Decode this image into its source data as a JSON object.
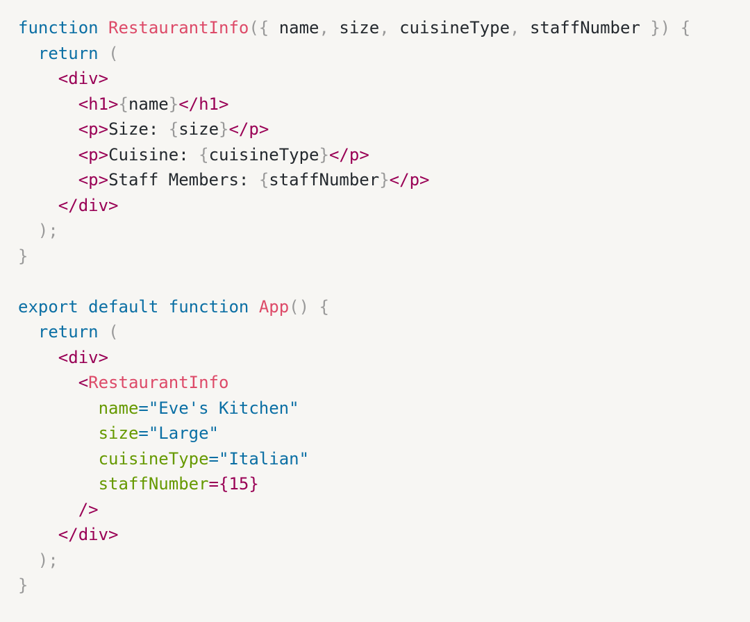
{
  "code": {
    "language": "jsx",
    "colors": {
      "keyword": "#0b6fa4",
      "function_name": "#dd4a68",
      "punctuation": "#999999",
      "tag": "#990055",
      "attr_name": "#669900",
      "attr_value": "#0b6fa4",
      "text": "#24292e",
      "background": "#f7f6f3"
    },
    "lines": [
      [
        [
          "kw",
          "function"
        ],
        [
          "tx",
          " "
        ],
        [
          "fn",
          "RestaurantInfo"
        ],
        [
          "pu",
          "({"
        ],
        [
          "tx",
          " name"
        ],
        [
          "pu",
          ","
        ],
        [
          "tx",
          " size"
        ],
        [
          "pu",
          ","
        ],
        [
          "tx",
          " cuisineType"
        ],
        [
          "pu",
          ","
        ],
        [
          "tx",
          " staffNumber "
        ],
        [
          "pu",
          "})"
        ],
        [
          "tx",
          " "
        ],
        [
          "pu",
          "{"
        ]
      ],
      [
        [
          "tx",
          "  "
        ],
        [
          "kw",
          "return"
        ],
        [
          "tx",
          " "
        ],
        [
          "pu",
          "("
        ]
      ],
      [
        [
          "tx",
          "    "
        ],
        [
          "tg",
          "<div>"
        ]
      ],
      [
        [
          "tx",
          "      "
        ],
        [
          "tg",
          "<h1>"
        ],
        [
          "pu",
          "{"
        ],
        [
          "tx",
          "name"
        ],
        [
          "pu",
          "}"
        ],
        [
          "tg",
          "</h1>"
        ]
      ],
      [
        [
          "tx",
          "      "
        ],
        [
          "tg",
          "<p>"
        ],
        [
          "tx",
          "Size: "
        ],
        [
          "pu",
          "{"
        ],
        [
          "tx",
          "size"
        ],
        [
          "pu",
          "}"
        ],
        [
          "tg",
          "</p>"
        ]
      ],
      [
        [
          "tx",
          "      "
        ],
        [
          "tg",
          "<p>"
        ],
        [
          "tx",
          "Cuisine: "
        ],
        [
          "pu",
          "{"
        ],
        [
          "tx",
          "cuisineType"
        ],
        [
          "pu",
          "}"
        ],
        [
          "tg",
          "</p>"
        ]
      ],
      [
        [
          "tx",
          "      "
        ],
        [
          "tg",
          "<p>"
        ],
        [
          "tx",
          "Staff Members: "
        ],
        [
          "pu",
          "{"
        ],
        [
          "tx",
          "staffNumber"
        ],
        [
          "pu",
          "}"
        ],
        [
          "tg",
          "</p>"
        ]
      ],
      [
        [
          "tx",
          "    "
        ],
        [
          "tg",
          "</div>"
        ]
      ],
      [
        [
          "tx",
          "  "
        ],
        [
          "pu",
          ");"
        ]
      ],
      [
        [
          "pu",
          "}"
        ]
      ],
      [],
      [
        [
          "kw",
          "export"
        ],
        [
          "tx",
          " "
        ],
        [
          "kw",
          "default"
        ],
        [
          "tx",
          " "
        ],
        [
          "kw",
          "function"
        ],
        [
          "tx",
          " "
        ],
        [
          "fn",
          "App"
        ],
        [
          "pu",
          "()"
        ],
        [
          "tx",
          " "
        ],
        [
          "pu",
          "{"
        ]
      ],
      [
        [
          "tx",
          "  "
        ],
        [
          "kw",
          "return"
        ],
        [
          "tx",
          " "
        ],
        [
          "pu",
          "("
        ]
      ],
      [
        [
          "tx",
          "    "
        ],
        [
          "tg",
          "<div>"
        ]
      ],
      [
        [
          "tx",
          "      "
        ],
        [
          "tg",
          "<"
        ],
        [
          "fn",
          "RestaurantInfo"
        ]
      ],
      [
        [
          "tx",
          "        "
        ],
        [
          "at",
          "name"
        ],
        [
          "st",
          "=\"Eve's Kitchen\""
        ]
      ],
      [
        [
          "tx",
          "        "
        ],
        [
          "at",
          "size"
        ],
        [
          "st",
          "=\"Large\""
        ]
      ],
      [
        [
          "tx",
          "        "
        ],
        [
          "at",
          "cuisineType"
        ],
        [
          "st",
          "=\"Italian\""
        ]
      ],
      [
        [
          "tx",
          "        "
        ],
        [
          "at",
          "staffNumber"
        ],
        [
          "tg",
          "={15}"
        ]
      ],
      [
        [
          "tx",
          "      "
        ],
        [
          "tg",
          "/>"
        ]
      ],
      [
        [
          "tx",
          "    "
        ],
        [
          "tg",
          "</div>"
        ]
      ],
      [
        [
          "tx",
          "  "
        ],
        [
          "pu",
          ");"
        ]
      ],
      [
        [
          "pu",
          "}"
        ]
      ]
    ]
  }
}
